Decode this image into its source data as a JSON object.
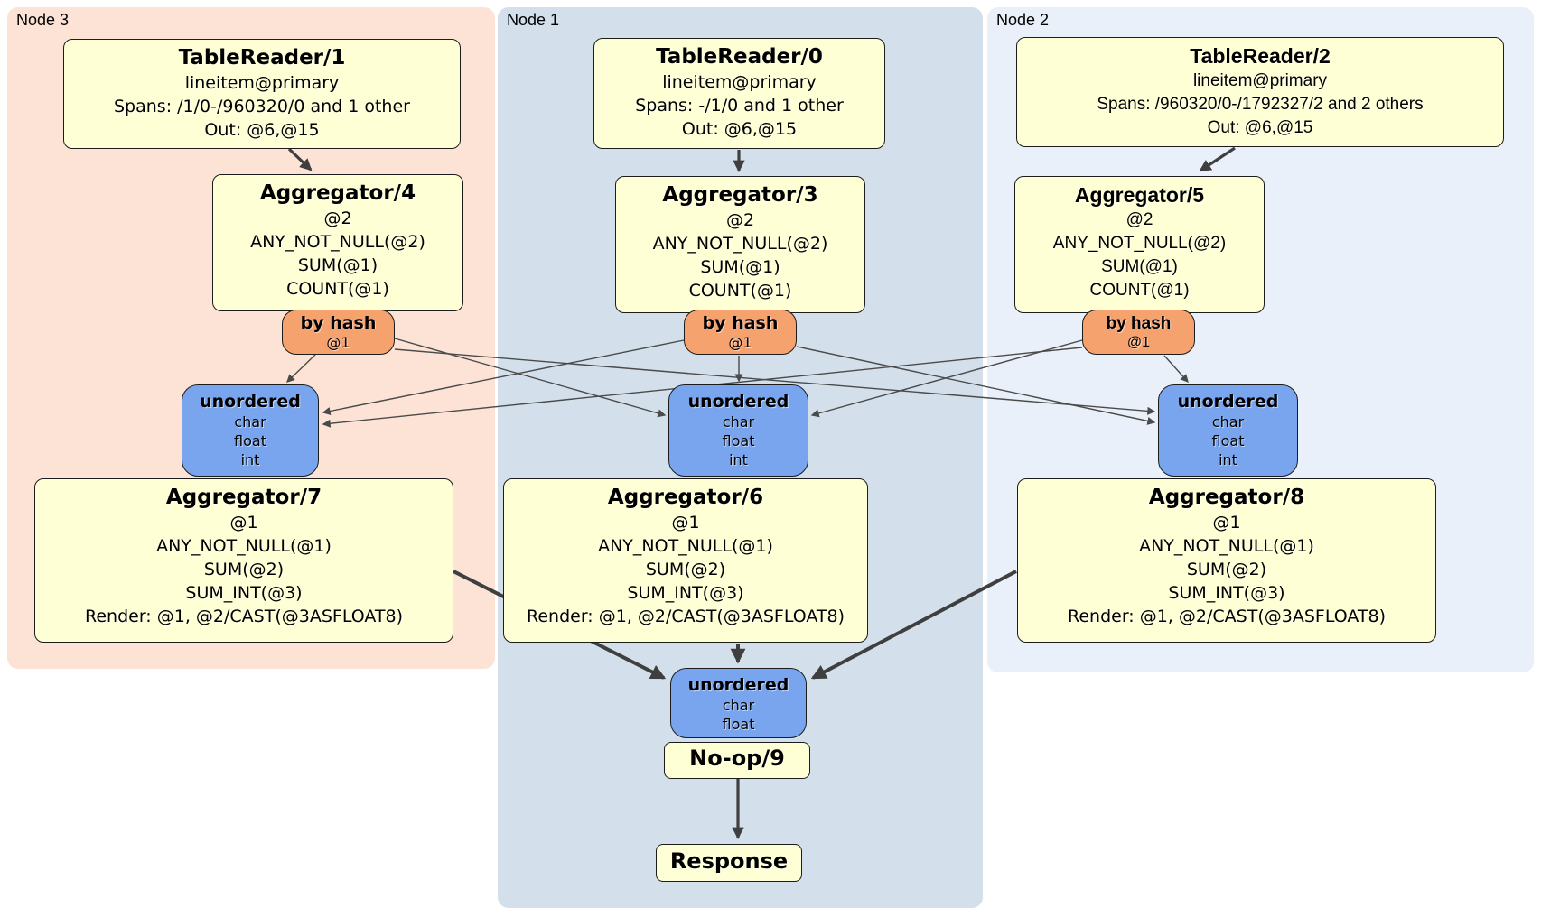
{
  "regions": {
    "node3": {
      "label": "Node 3",
      "color": "#fce3d5"
    },
    "node1": {
      "label": "Node 1",
      "color": "#d3e0eb"
    },
    "node2": {
      "label": "Node 2",
      "color": "#eaf0f9"
    }
  },
  "colors": {
    "processor_fill": "#ffffd6",
    "router_fill": "#f5a26f",
    "sync_fill": "#79a5ee",
    "node_border": "#1c1c1c",
    "edge": "#3f3f3f",
    "background": "#ffffff"
  },
  "nodes": {
    "tr1": {
      "title": "TableReader/1",
      "lines": [
        "lineitem@primary",
        "Spans: /1/0-/960320/0 and 1 other",
        "Out: @6,@15"
      ]
    },
    "tr0": {
      "title": "TableReader/0",
      "lines": [
        "lineitem@primary",
        "Spans: -/1/0 and 1 other",
        "Out: @6,@15"
      ]
    },
    "tr2": {
      "title": "TableReader/2",
      "lines": [
        "lineitem@primary",
        "Spans: /960320/0-/1792327/2 and 2 others",
        "Out: @6,@15"
      ]
    },
    "agg4": {
      "title": "Aggregator/4",
      "lines": [
        "@2",
        "ANY_NOT_NULL(@2)",
        "SUM(@1)",
        "COUNT(@1)"
      ]
    },
    "agg3": {
      "title": "Aggregator/3",
      "lines": [
        "@2",
        "ANY_NOT_NULL(@2)",
        "SUM(@1)",
        "COUNT(@1)"
      ]
    },
    "agg5": {
      "title": "Aggregator/5",
      "lines": [
        "@2",
        "ANY_NOT_NULL(@2)",
        "SUM(@1)",
        "COUNT(@1)"
      ]
    },
    "bh3": {
      "title": "by hash",
      "lines": [
        "@1"
      ]
    },
    "bh1": {
      "title": "by hash",
      "lines": [
        "@1"
      ]
    },
    "bh2": {
      "title": "by hash",
      "lines": [
        "@1"
      ]
    },
    "un_n3": {
      "title": "unordered",
      "lines": [
        "char",
        "float",
        "int"
      ]
    },
    "un_n1": {
      "title": "unordered",
      "lines": [
        "char",
        "float",
        "int"
      ]
    },
    "un_n2": {
      "title": "unordered",
      "lines": [
        "char",
        "float",
        "int"
      ]
    },
    "agg7": {
      "title": "Aggregator/7",
      "lines": [
        "@1",
        "ANY_NOT_NULL(@1)",
        "SUM(@2)",
        "SUM_INT(@3)",
        "Render: @1, @2/CAST(@3ASFLOAT8)"
      ]
    },
    "agg6": {
      "title": "Aggregator/6",
      "lines": [
        "@1",
        "ANY_NOT_NULL(@1)",
        "SUM(@2)",
        "SUM_INT(@3)",
        "Render: @1, @2/CAST(@3ASFLOAT8)"
      ]
    },
    "agg8": {
      "title": "Aggregator/8",
      "lines": [
        "@1",
        "ANY_NOT_NULL(@1)",
        "SUM(@2)",
        "SUM_INT(@3)",
        "Render: @1, @2/CAST(@3ASFLOAT8)"
      ]
    },
    "un_final": {
      "title": "unordered",
      "lines": [
        "char",
        "float"
      ]
    },
    "noop9": {
      "title": "No-op/9"
    },
    "response": {
      "title": "Response"
    }
  },
  "edges": [
    {
      "from": "tr1",
      "to": "agg4"
    },
    {
      "from": "tr0",
      "to": "agg3"
    },
    {
      "from": "tr2",
      "to": "agg5"
    },
    {
      "from": "bh3",
      "to": "un_n3"
    },
    {
      "from": "bh3",
      "to": "un_n1"
    },
    {
      "from": "bh3",
      "to": "un_n2"
    },
    {
      "from": "bh1",
      "to": "un_n3"
    },
    {
      "from": "bh1",
      "to": "un_n1"
    },
    {
      "from": "bh1",
      "to": "un_n2"
    },
    {
      "from": "bh2",
      "to": "un_n3"
    },
    {
      "from": "bh2",
      "to": "un_n1"
    },
    {
      "from": "bh2",
      "to": "un_n2"
    },
    {
      "from": "agg7",
      "to": "un_final"
    },
    {
      "from": "agg6",
      "to": "un_final"
    },
    {
      "from": "agg8",
      "to": "un_final"
    },
    {
      "from": "noop9",
      "to": "response"
    }
  ]
}
